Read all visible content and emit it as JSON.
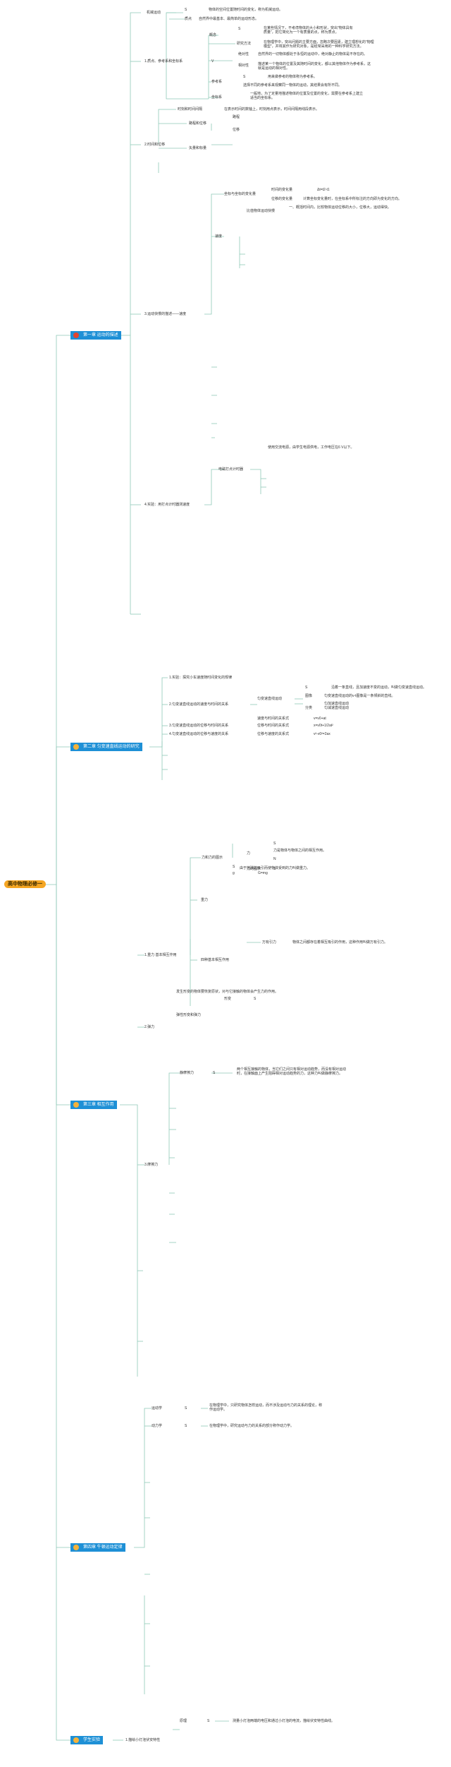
{
  "root": "高中物理必修一",
  "chapters": [
    {
      "label": "第一章 运动的描述"
    },
    {
      "label": "第二章 匀变速直线运动的研究"
    },
    {
      "label": "第三章 相互作用"
    },
    {
      "label": "第四章 牛顿运动定律"
    },
    {
      "label": "学生实验"
    }
  ],
  "c1": {
    "b1": "1.质点、参考系和坐标系",
    "mech": "机械运动",
    "mech_def": "物体的空间位置随时间的变化，称为机械运动。",
    "point": "质点",
    "point_def": "自然界中最基本、最简单的运动形态。",
    "concept": "概念",
    "concept_def": "在某些情况下，不考虑物体的大小和形状，突出“物体具有质量”，把它简化为一个有质量的点，称为质点。",
    "method": "研究方法",
    "method_def": "在物理学中，突出问题的主要方面，忽略次要因素，建立理想化的“物理模型”，并将其作为研究对象，是经常采用的一种科学研究方法。",
    "abs": "绝对性",
    "abs_def": "自然界的一切物体都处于永恒的运动中，绝对静止的物体是不存在的。",
    "rel": "相对性",
    "rel_def": "描述某一个物体的位置及其随时间的变化，都以其他物体作为参考系，这就是运动的相对性。",
    "ref": "参考系",
    "ref_def1": "用来做参考的物体称为参考系。",
    "ref_def2": "选择不同的参考系来观察同一物体的运动，其结果会有所不同。",
    "coord": "坐标系",
    "coord_def": "一般地，为了定量地描述物体的位置及位置的变化，需要在参考系上建立适当的坐标系。",
    "b2": "2.时间和位移",
    "time": "时刻和时间间隔",
    "time_def": "在表示时间的数轴上，时刻用点表示，时间间隔用线段表示。",
    "path": "路程和位移",
    "path_1": "路程",
    "path_2": "位移",
    "vec": "矢量和标量",
    "b3": "3.运动快慢的描述——速度",
    "coord_pos": "坐标与坐标的变化量",
    "tchg": "时间的变化量",
    "tchg_f": "Δt=t2-t1",
    "dchg": "位移的变化量",
    "dchg_def": "计算坐标变化量时，在坐标系中所标注的方向即为变化的方向。",
    "speed": "速度",
    "speed_def1": "比值物体运动快慢",
    "speed_def2": "一、概括时间内，比较物体运动位移的大小，位移大，运动得快。",
    "b4": "4.实验：用打点计时器测速度",
    "timer": "电磁打点计时器",
    "timer_def": "使用交流电源，由学生电源供电，工作电压在6 V以下。"
  },
  "c2": {
    "b1": "1.实验：探究小车速度随时间变化的规律",
    "b2": "2.匀变速直线运动的速度与时间的关系",
    "uniform": "匀变速直线运动",
    "def": "沿着一条直线，且加速度不变的运动，叫做匀变速直线运动。",
    "acc": "匀加速直线运动",
    "dec": "匀减速直线运动",
    "kind": "分类",
    "image": "图像",
    "image_def": "匀变速直线运动的v-t图像是一条倾斜的直线。",
    "formula": "速度与时间的关系式",
    "formula_f": "v=v0+at",
    "b3": "3.匀变速直线运动的位移与时间的关系",
    "b3_k": "位移与时间的关系式",
    "b3_f": "x=v0t+1/2at²",
    "b4": "4.匀变速直线运动的位移与速度的关系",
    "b4_k": "位移与速度的关系式",
    "b4_f": "v²-v0²=2ax"
  },
  "c3": {
    "b1": "1.重力  基本相互作用",
    "force_desc": "力和力的图示",
    "force": "力",
    "force_def": "力是物体与物体之间的相互作用。",
    "unit": "N",
    "diagram": "力的图示",
    "gravity": "重力",
    "g_def": "由于地球的吸引而使物体受到的力叫做重力。",
    "g_f": "G=mg",
    "g_sym": "g",
    "four": "四种基本相互作用",
    "grav_att": "万有引力",
    "grav_def": "物体之间都存在着相互吸引的作用，这种作用叫做万有引力。",
    "b2": "2.弹力",
    "elastic_def": "发生形变的物体要恢复原状，对与它接触的物体会产生力的作用。",
    "elastic": "弹性形变和弹力",
    "deform": "形变",
    "b3": "3.摩擦力",
    "static": "静摩擦力",
    "static_def": "两个相互接触的物体，当它们之间只有相对运动趋势，而没有相对运动时，在接触面上产生阻碍相对运动趋势的力，这种力叫做静摩擦力。"
  },
  "c4": {
    "kin": "运动学",
    "kin_def": "在物理学中，只研究物体怎样运动，而不涉及运动与力的关系的理论，称作运动学。",
    "dyn": "动力学",
    "dyn_def": "在物理学中，研究运动与力的关系的部分称作动力学。"
  },
  "c5": {
    "b1": "1.描绘小灯泡伏安特性",
    "exp": "原理",
    "exp_def": "测量小灯泡两端的电压和通过小灯泡的电流，描绘伏安特性曲线。"
  },
  "letters": {
    "s": "S",
    "v": "V"
  }
}
